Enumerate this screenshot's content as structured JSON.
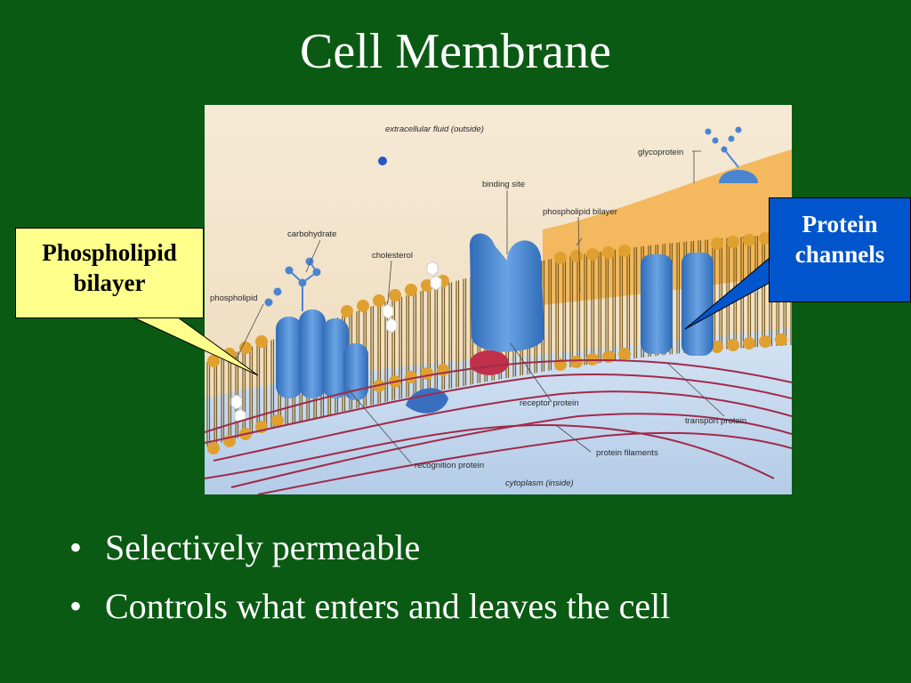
{
  "slide": {
    "title": "Cell Membrane",
    "background_color": "#0b5a14",
    "callouts": [
      {
        "id": "phospholipid",
        "text_line1": "Phospholipid",
        "text_line2": "bilayer",
        "color": "#ffff8c"
      },
      {
        "id": "protein",
        "text_line1": "Protein",
        "text_line2": "channels",
        "color": "#0055cc"
      }
    ],
    "bullets": [
      {
        "marker": "•",
        "text": "Selectively permeable"
      },
      {
        "marker": "•",
        "text": "Controls what enters and leaves the cell"
      }
    ]
  },
  "diagram": {
    "labels": {
      "extracellular": "extracellular fluid (outside)",
      "glycoprotein": "glycoprotein",
      "binding_site": "binding site",
      "phospholipid_bilayer": "phospholipid bilayer",
      "carbohydrate": "carbohydrate",
      "cholesterol": "cholesterol",
      "phospholipid": "phospholipid",
      "receptor_protein": "receptor protein",
      "transport_protein": "transport protein",
      "protein_filaments": "protein filaments",
      "recognition_protein": "recognition protein",
      "cytoplasm": "cytoplasm (inside)"
    },
    "colors": {
      "background": "#f3e4cc",
      "cytoplasm": "#c8daf0",
      "lipid_head": "#e0a030",
      "lipid_tail": "#8a6a20",
      "protein": "#4a86d0",
      "filament": "#a02a4a",
      "receptor": "#c0304a",
      "orange_membrane": "#f3b04a"
    }
  }
}
